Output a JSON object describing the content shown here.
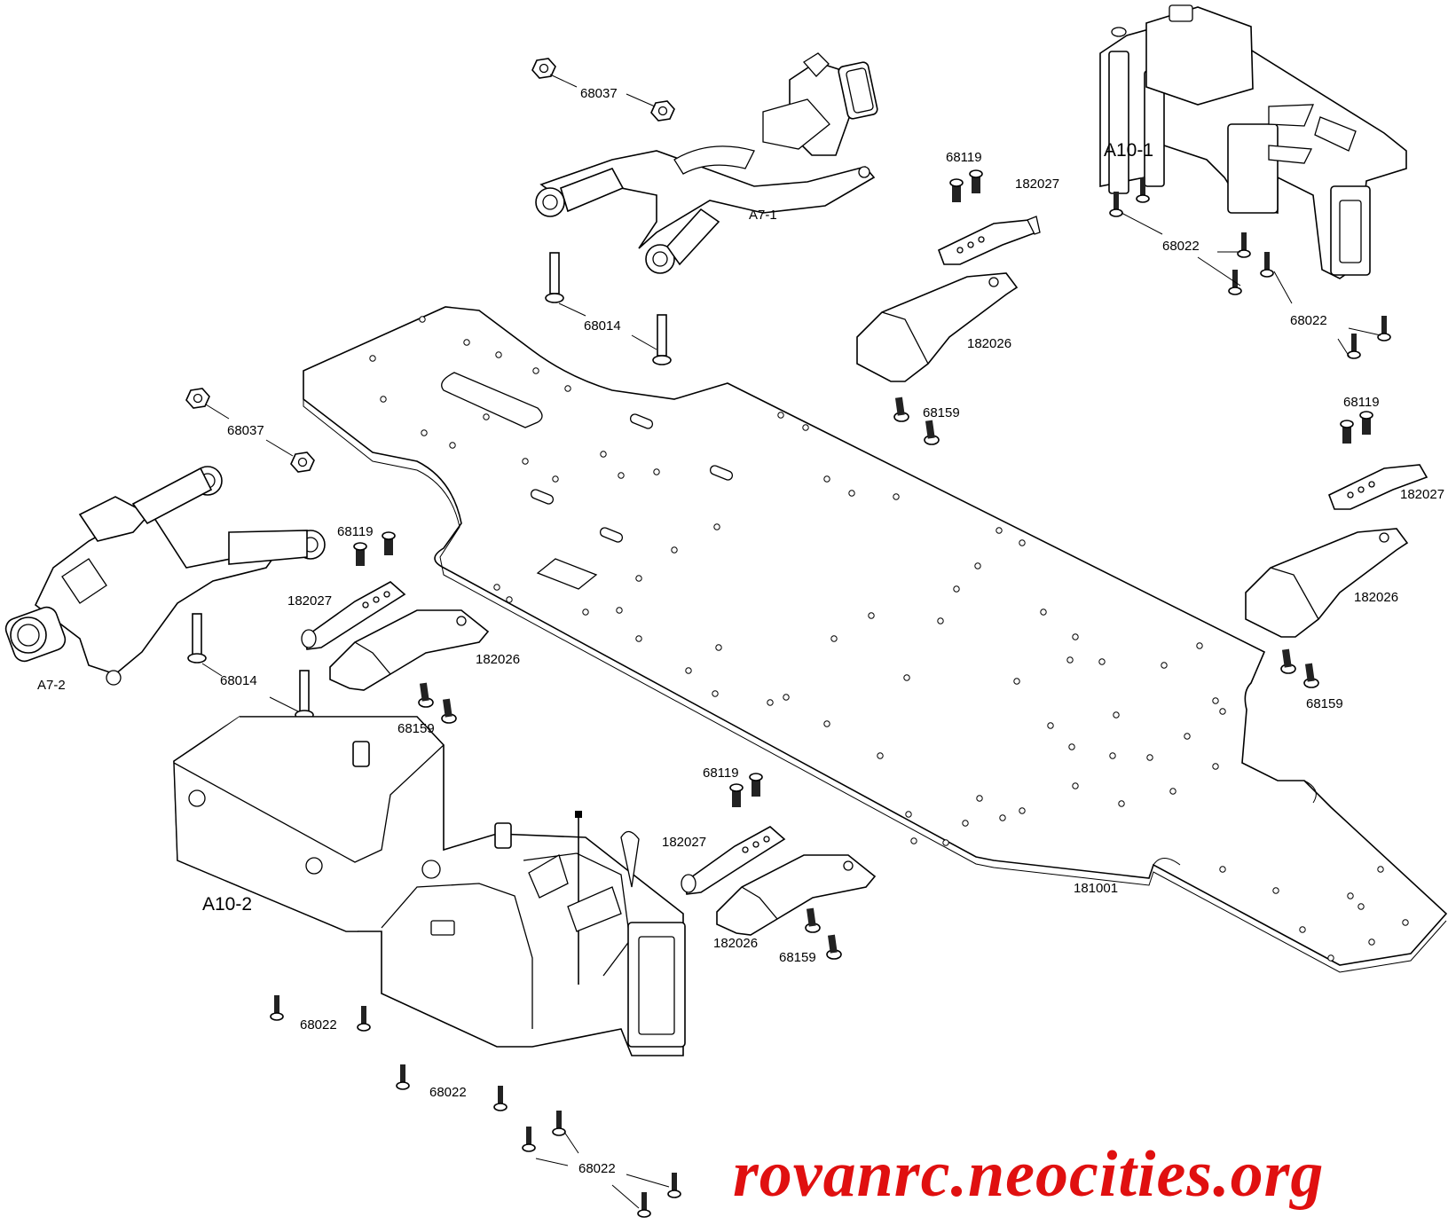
{
  "diagram": {
    "assemblies": {
      "rear_hub": "A7-1",
      "front_hub": "A7-2",
      "servo_mount": "A10-1",
      "radio_box": "A10-2"
    },
    "parts": {
      "chassis": "181001",
      "nut_top": "68037",
      "nut_left": "68037",
      "bolt_top": "68014",
      "bolt_left": "68014",
      "screw_top": "68119",
      "screw_right": "68119",
      "screw_left": "68119",
      "screw_bottom": "68119",
      "post_top": "182027",
      "post_right": "182027",
      "post_left": "182027",
      "post_bottom": "182027",
      "mount_top": "182026",
      "mount_right": "182026",
      "mount_left": "182026",
      "mount_bottom": "182026",
      "fixing_top": "68159",
      "fixing_right": "68159",
      "fixing_left": "68159",
      "fixing_bottom": "68159",
      "servo_screw_1": "68022",
      "servo_screw_2": "68022",
      "radio_screw_1": "68022",
      "radio_screw_2": "68022",
      "radio_screw_3": "68022"
    },
    "watermark": "rovanrc.neocities.org",
    "watermark_color": "#e01010"
  }
}
